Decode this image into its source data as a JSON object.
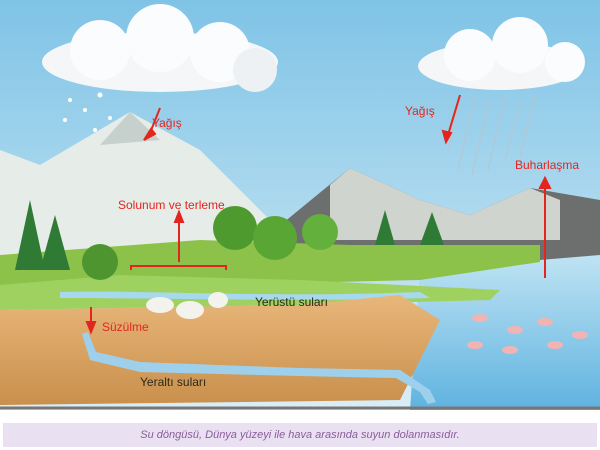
{
  "labels": {
    "precip_left": "Yağış",
    "precip_right": "Yağış",
    "evaporation": "Buharlaşma",
    "transpiration": "Solunum ve terleme",
    "surface_water": "Yerüstü suları",
    "infiltration": "Süzülme",
    "groundwater": "Yeraltı suları"
  },
  "caption": "Su döngüsü, Dünya yüzeyi ile hava arasında suyun dolanmasıdır.",
  "colors": {
    "arrow": "#e2261f",
    "caption_bg": "#e9e1f1",
    "caption_text": "#8a5c9c"
  }
}
